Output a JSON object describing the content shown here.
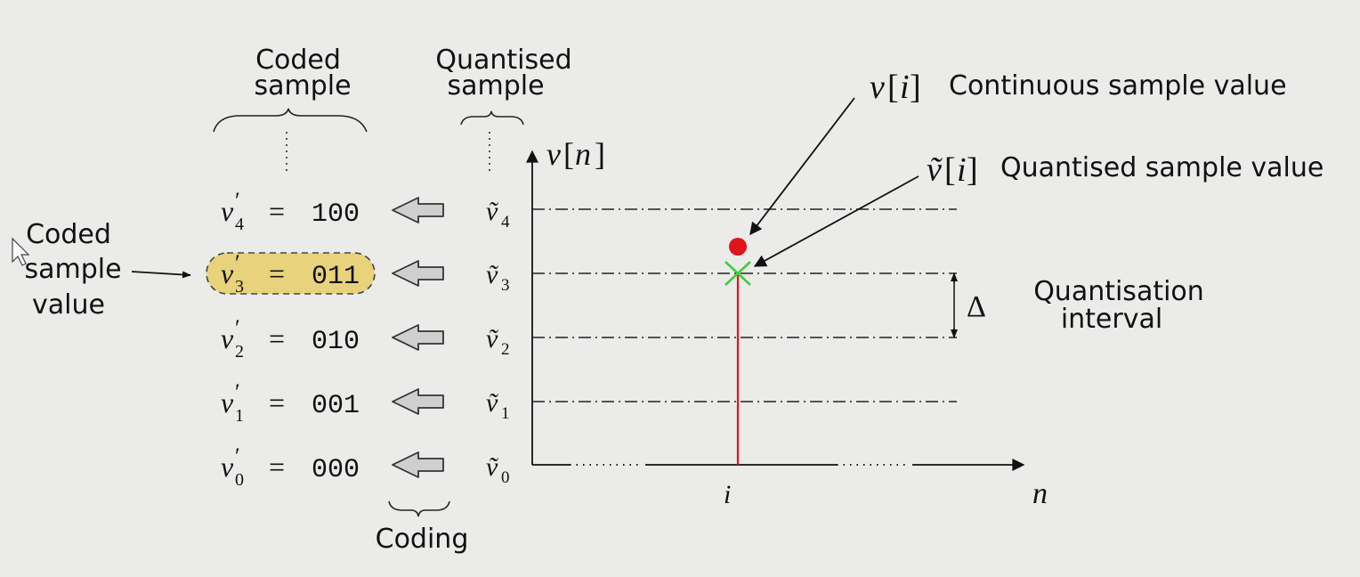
{
  "headers": {
    "coded": [
      "Coded",
      "sample"
    ],
    "quantised": [
      "Quantised",
      "sample"
    ],
    "coding": "Coding"
  },
  "side_label": [
    "Coded",
    "sample",
    "value"
  ],
  "codes": [
    {
      "var": "v",
      "sub": "4",
      "eq": "=",
      "bits": "100",
      "qsub": "4"
    },
    {
      "var": "v",
      "sub": "3",
      "eq": "=",
      "bits": "011",
      "qsub": "3"
    },
    {
      "var": "v",
      "sub": "2",
      "eq": "=",
      "bits": "010",
      "qsub": "2"
    },
    {
      "var": "v",
      "sub": "1",
      "eq": "=",
      "bits": "001",
      "qsub": "1"
    },
    {
      "var": "v",
      "sub": "0",
      "eq": "=",
      "bits": "000",
      "qsub": "0"
    }
  ],
  "highlight_color": "#e8d27c",
  "axis": {
    "y_label_var": "v",
    "y_label_arg": "n",
    "x_label": "n",
    "sample_index": "i"
  },
  "annotations": {
    "continuous": {
      "symbol": "v",
      "arg": "i",
      "text": "Continuous sample value"
    },
    "quantised": {
      "symbol": "ṽ",
      "arg": "i",
      "text": "Quantised sample value"
    },
    "interval": {
      "symbol": "Δ",
      "lines": [
        "Quantisation",
        "interval"
      ]
    }
  },
  "colors": {
    "sample_line": "#e0141b",
    "sample_dot": "#e0141b",
    "cross": "#3ccf3c",
    "arrow_fill": "#cfcfcf"
  }
}
